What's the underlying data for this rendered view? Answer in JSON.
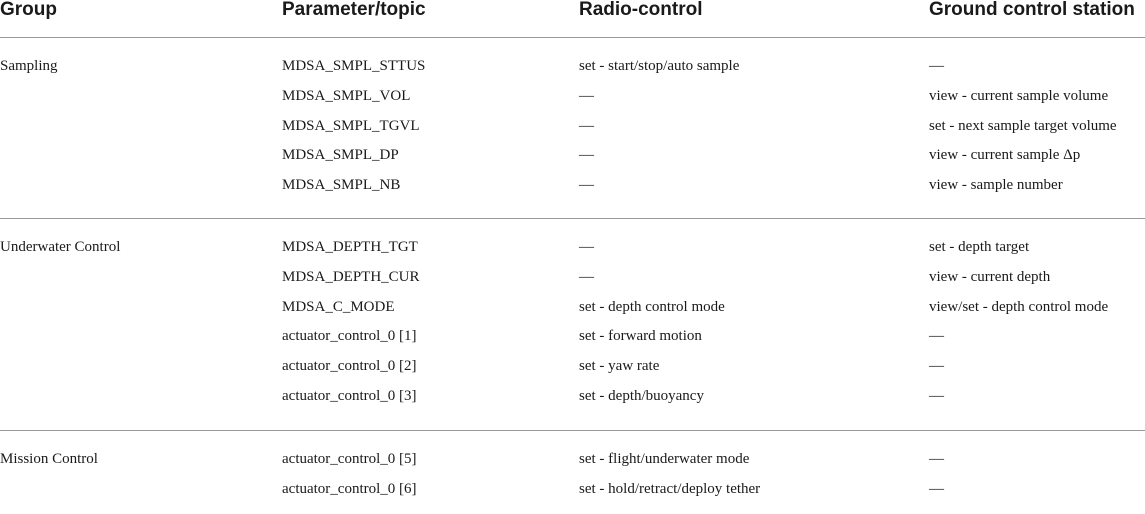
{
  "table": {
    "headers": [
      "Group",
      "Parameter/topic",
      "Radio-control",
      "Ground control station"
    ],
    "groups": [
      {
        "name": "Sampling",
        "rows": [
          {
            "param": "MDSA_SMPL_STTUS",
            "radio": "set - start/stop/auto sample",
            "gcs": "—"
          },
          {
            "param": "MDSA_SMPL_VOL",
            "radio": "—",
            "gcs": "view - current sample volume"
          },
          {
            "param": "MDSA_SMPL_TGVL",
            "radio": "—",
            "gcs": "set - next sample target volume"
          },
          {
            "param": "MDSA_SMPL_DP",
            "radio": "—",
            "gcs": "view - current sample Δp"
          },
          {
            "param": "MDSA_SMPL_NB",
            "radio": "—",
            "gcs": "view - sample number"
          }
        ]
      },
      {
        "name": "Underwater Control",
        "rows": [
          {
            "param": "MDSA_DEPTH_TGT",
            "radio": "—",
            "gcs": "set - depth target"
          },
          {
            "param": "MDSA_DEPTH_CUR",
            "radio": "—",
            "gcs": "view - current depth"
          },
          {
            "param": "MDSA_C_MODE",
            "radio": "set - depth control mode",
            "gcs": "view/set - depth control mode"
          },
          {
            "param": "actuator_control_0 [1]",
            "radio": "set - forward motion",
            "gcs": "—"
          },
          {
            "param": "actuator_control_0 [2]",
            "radio": "set - yaw rate",
            "gcs": "—"
          },
          {
            "param": "actuator_control_0 [3]",
            "radio": "set - depth/buoyancy",
            "gcs": "—"
          }
        ]
      },
      {
        "name": "Mission Control",
        "rows": [
          {
            "param": "actuator_control_0 [5]",
            "radio": "set - flight/underwater mode",
            "gcs": "—"
          },
          {
            "param": "actuator_control_0 [6]",
            "radio": "set - hold/retract/deploy tether",
            "gcs": "—"
          }
        ]
      }
    ]
  }
}
